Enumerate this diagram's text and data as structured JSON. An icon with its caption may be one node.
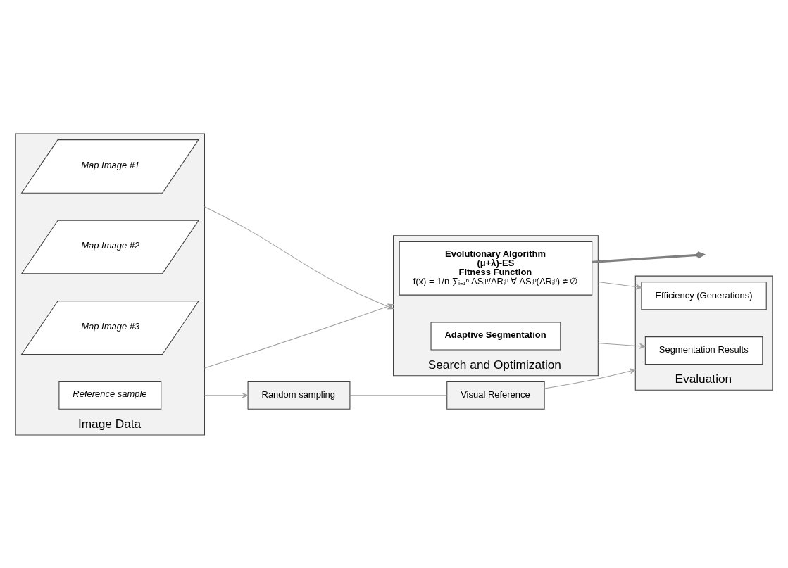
{
  "diagram": {
    "nodes": [
      {
        "text": [
          "Image Data"
        ]
      },
      {
        "text": [
          "Map Image #1"
        ],
        "in": 0
      },
      {
        "text": [
          "Map Image #2"
        ],
        "in": 0
      },
      {
        "text": [
          "Map Image #3"
        ],
        "in": 0
      },
      {
        "text": [
          "Reference sample"
        ],
        "in": 0
      },
      {
        "text": [
          "Search and Optimization"
        ]
      },
      {
        "text": [
          "Adaptive Segmentation"
        ],
        "in": 5
      },
      {
        "text": [
          "Evolutionary Algorithm",
          "(μ+λ)-ES",
          "Fitness Function",
          "f(x) = 1/n ∑ᵢ₌₁ⁿ ASᵢᵖ/ARᵢᵖ ∀ ASᵢᵖ(ARᵢᵖ) ≠ ∅"
        ],
        "in": 5
      },
      {
        "text": [
          "Evaluation"
        ]
      },
      {
        "text": [
          "Segmentation Results"
        ],
        "in": 8
      },
      {
        "text": [
          "Efficiency (Generations)"
        ],
        "in": 8
      },
      {
        "text": [
          "Random sampling"
        ]
      },
      {
        "text": [
          "Visual Reference"
        ]
      }
    ],
    "edges": [
      {
        "from": 0,
        "to": 5,
        "arrow": "to"
      },
      {
        "from": 0,
        "to": 5,
        "arrow": "to"
      },
      {
        "from": 5,
        "to": 9,
        "arrow": "to"
      },
      {
        "from": 5,
        "to": 10,
        "arrow": "to"
      },
      {
        "from": 7,
        "to": null,
        "arrow": "to",
        "style": "thick",
        "color": "#808080"
      },
      {
        "from": 0,
        "to": 11,
        "arrow": "to"
      },
      {
        "from": 11,
        "to": 12,
        "arrow": "none"
      },
      {
        "from": 12,
        "to": 8,
        "arrow": "to"
      }
    ]
  }
}
